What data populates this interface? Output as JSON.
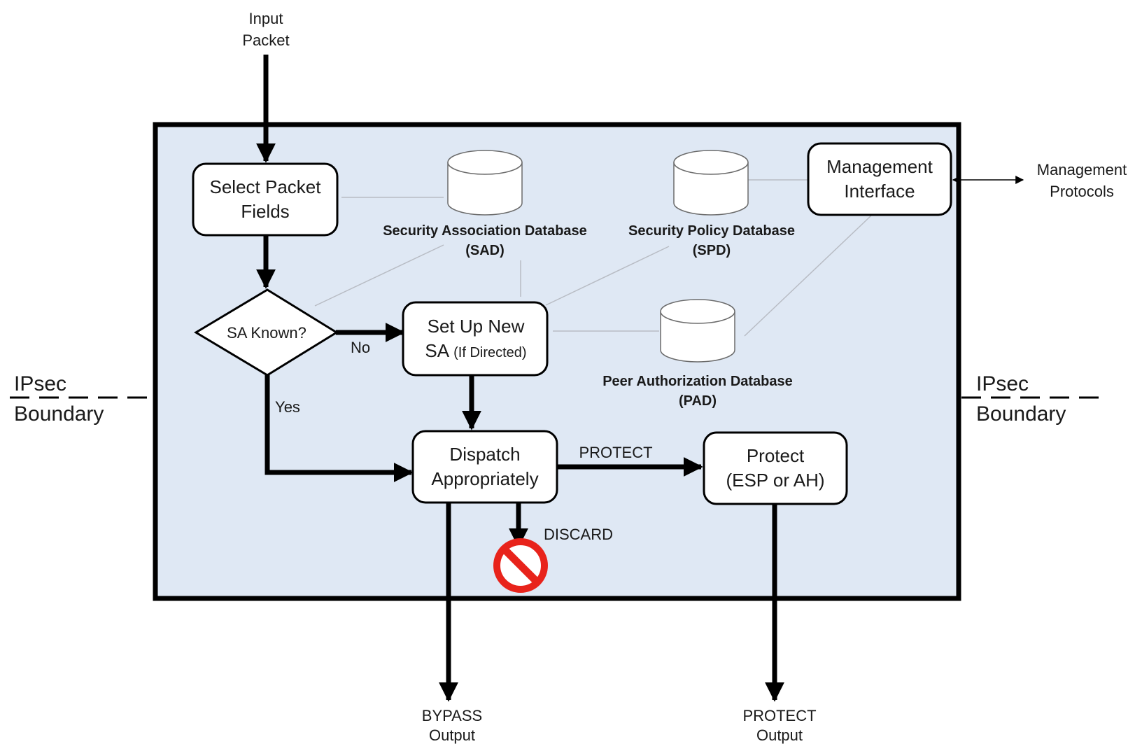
{
  "input": {
    "line1": "Input",
    "line2": "Packet"
  },
  "nodes": {
    "select_fields": {
      "line1": "Select Packet",
      "line2": "Fields"
    },
    "sa_known": {
      "label": "SA Known?"
    },
    "setup_sa": {
      "line1": "Set Up New",
      "line2_main": "SA",
      "line2_note": "(If Directed)"
    },
    "dispatch": {
      "line1": "Dispatch",
      "line2": "Appropriately"
    },
    "protect": {
      "line1": "Protect",
      "line2": "(ESP or AH)"
    },
    "mgmt_interface": {
      "line1": "Management",
      "line2": "Interface"
    }
  },
  "databases": {
    "sad": {
      "line1": "Security Association Database",
      "line2": "(SAD)"
    },
    "spd": {
      "line1": "Security Policy Database",
      "line2": "(SPD)"
    },
    "pad": {
      "line1": "Peer Authorization Database",
      "line2": "(PAD)"
    }
  },
  "edges": {
    "no": "No",
    "yes": "Yes",
    "protect": "PROTECT",
    "discard": "DISCARD"
  },
  "outputs": {
    "bypass": {
      "line1": "BYPASS",
      "line2": "Output"
    },
    "protect": {
      "line1": "PROTECT",
      "line2": "Output"
    }
  },
  "management_protocols": {
    "line1": "Management",
    "line2": "Protocols"
  },
  "boundary": {
    "left": {
      "line1": "IPsec",
      "line2": "Boundary"
    },
    "right": {
      "line1": "IPsec",
      "line2": "Boundary"
    }
  },
  "colors": {
    "boundary_fill": "#dfe8f4",
    "stroke": "#000000",
    "discard_red": "#e8231b",
    "thin_line": "#b8bcc4"
  },
  "icons": {
    "discard": "no-entry-icon",
    "database": "database-cylinder-icon"
  }
}
